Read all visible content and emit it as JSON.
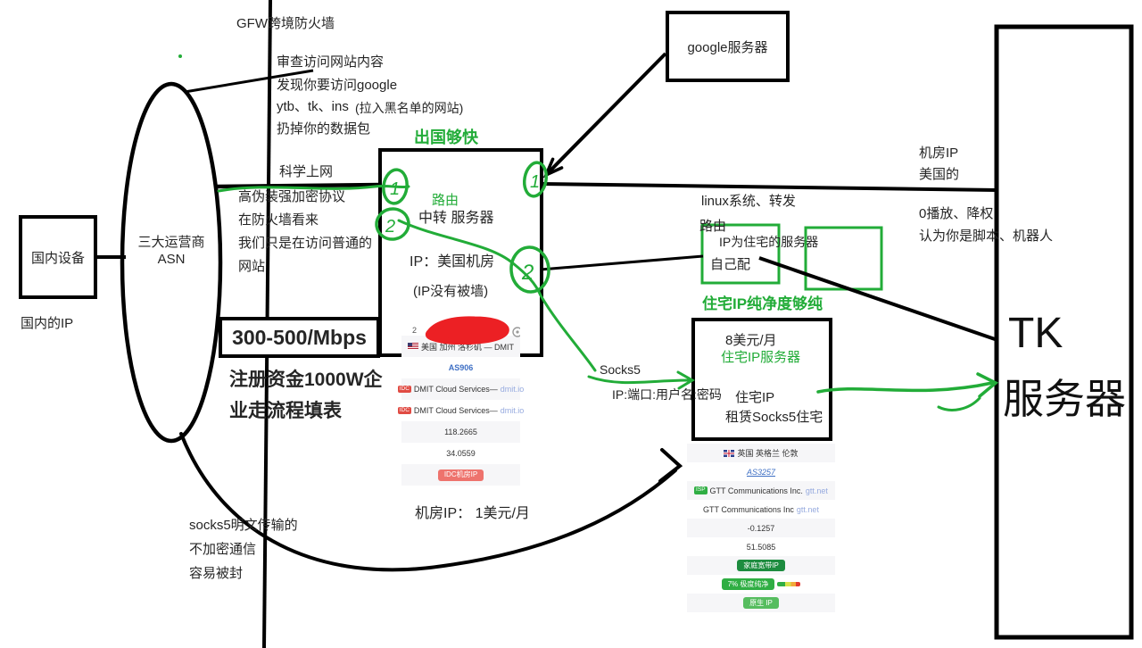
{
  "colors": {
    "annotation_green": "#22ac38",
    "annotation_red": "#ec2024",
    "link_blue": "#3e6fc4",
    "tag_red": "#ee736d",
    "tag_dark_green": "#1d8c3f",
    "tag_green": "#2fae43",
    "tag_light_green": "#56bd5f"
  },
  "gfw": {
    "label": "GFW跨境防火墙",
    "inspect_lines": [
      "审查访问网站内容",
      "发现你要访问google",
      "ytb、tk、ins",
      "扔掉你的数据包"
    ],
    "blacklist_note": "(拉入黑名单的网站)"
  },
  "bypass": {
    "label": "科学上网",
    "lines": [
      "高伪装强加密协议",
      "在防火墙看来",
      "我们只是在访问普通的",
      "网站"
    ]
  },
  "domestic": {
    "device": "国内设备",
    "carrier_line1": "三大运营商",
    "carrier_line2": "ASN",
    "ip_note": "国内的IP",
    "bandwidth": "300-500/Mbps",
    "register_line1": "注册资金1000W企",
    "register_line2": "业走流程填表"
  },
  "transit": {
    "headline": "出国够快",
    "route": "路由",
    "name": "中转 服务器",
    "ip": "IP：美国机房",
    "note": "(IP没有被墙)",
    "price": "机房IP： 1美元/月"
  },
  "dc_card": {
    "ip_visible": "2",
    "location": "美国 加州 洛杉矶 — DMIT",
    "asn": "AS906",
    "asn_owner_badge": "IDC",
    "asn_owner": "DMIT Cloud Services—",
    "asn_owner_link": "dmit.io",
    "org_badge": "IDC",
    "org": "DMIT Cloud Services—",
    "org_link": "dmit.io",
    "longitude": "118.2665",
    "latitude": "34.0559",
    "ip_type": "IDC机房IP"
  },
  "google": {
    "label": "google服务器"
  },
  "resi_setup": {
    "line1": "linux系统、转发",
    "line2": "路由",
    "box_line1": "IP为住宅的服务器",
    "box_line2": "自己配"
  },
  "residential": {
    "headline": "住宅IP纯净度够纯",
    "price": "8美元/月",
    "server": "住宅IP服务器",
    "type": "住宅IP",
    "lease": "租赁Socks5住宅",
    "socks": "Socks5",
    "credential": "IP:端口:用户名:密码"
  },
  "resi_card": {
    "location": "英国 英格兰 伦敦",
    "asn": "AS3257",
    "asn_owner_badge": "ISP",
    "asn_owner": "GTT Communications Inc.",
    "asn_owner_link": "gtt.net",
    "org": "GTT Communications Inc",
    "org_link": "gtt.net",
    "longitude": "-0.1257",
    "latitude": "51.5085",
    "ip_type": "家庭宽带IP",
    "risk": "7% 极度纯净",
    "native_tag": "原生 IP"
  },
  "tk": {
    "name_line1": "TK",
    "name_line2": "服务器",
    "ip_line1": "机房IP",
    "ip_line2": "美国的",
    "penalty_line1": "0播放、降权",
    "penalty_line2": "认为你是脚本、机器人"
  },
  "warning": {
    "lines": [
      "socks5明文传输的",
      "不加密通信",
      "容易被封"
    ]
  },
  "annotations": {
    "n1": "1",
    "n2": "2"
  }
}
